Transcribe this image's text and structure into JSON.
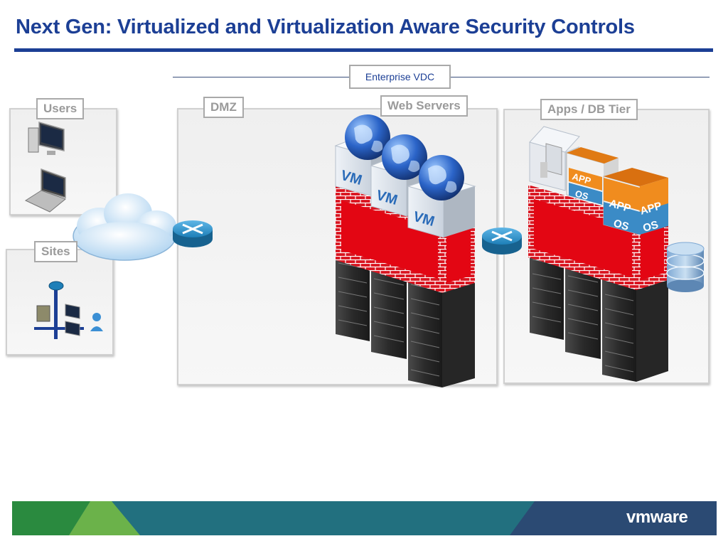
{
  "slide": {
    "title": "Next Gen: Virtualized and Virtualization Aware Security Controls"
  },
  "zones": {
    "enterprise_vdc": "Enterprise VDC",
    "users": "Users",
    "sites": "Sites",
    "dmz": "DMZ",
    "web_servers": "Web Servers",
    "apps_db_tier": "Apps / DB Tier"
  },
  "vm_label": "VM",
  "app_label": "APP",
  "os_label": "OS",
  "brand": {
    "logo_text": "vmware"
  },
  "colors": {
    "title_blue": "#1c3f95",
    "firewall_red": "#e30613",
    "footer_teal": "#22707f",
    "footer_green": "#4e9a3a",
    "footer_navy": "#2b4a73"
  }
}
